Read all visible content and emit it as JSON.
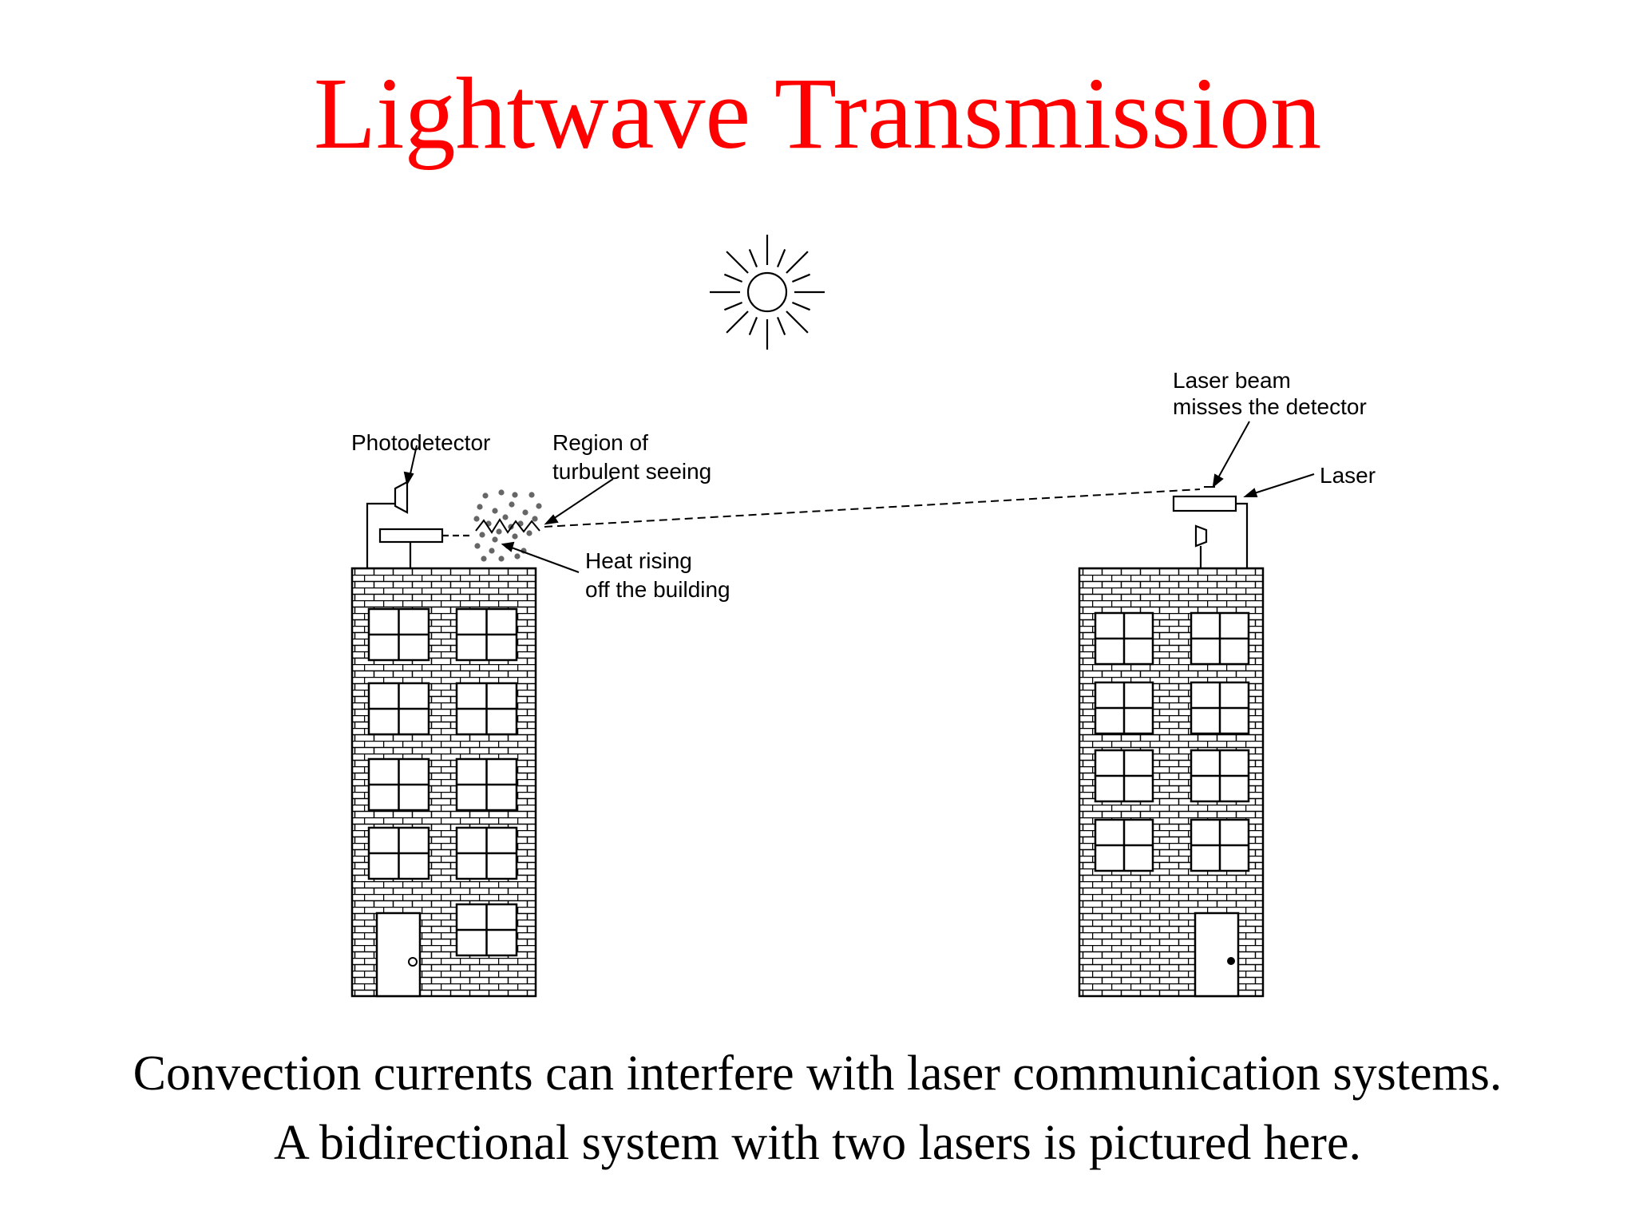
{
  "title": "Lightwave Transmission",
  "labels": {
    "photodetector": "Photodetector",
    "region_line1": "Region of",
    "region_line2": "turbulent seeing",
    "heat_line1": "Heat rising",
    "heat_line2": "off the building",
    "beam_line1": "Laser beam",
    "beam_line2": "misses the detector",
    "laser": "Laser"
  },
  "caption": {
    "line1": "Convection currents can interfere with laser communication systems.",
    "line2": "A bidirectional system with two lasers is pictured here."
  },
  "colors": {
    "title": "#ff0000",
    "ink": "#000000",
    "turbulence_dots": "#666666"
  }
}
